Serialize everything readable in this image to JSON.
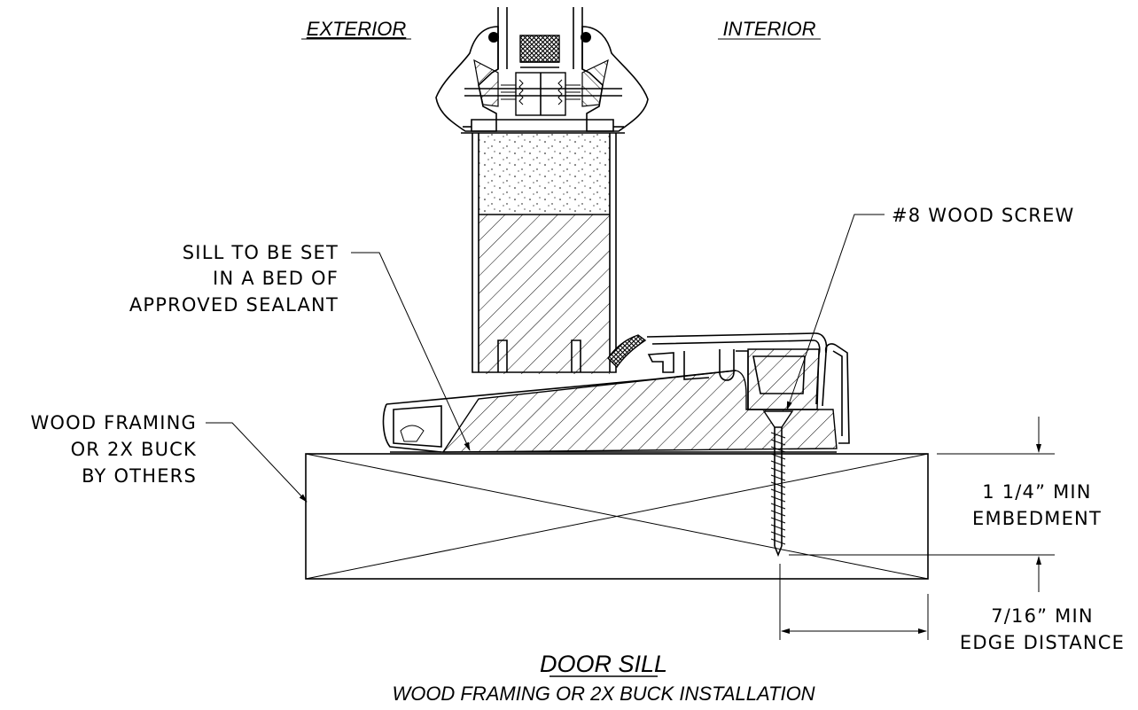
{
  "labels": {
    "exterior": "EXTERIOR",
    "interior": "INTERIOR",
    "screw": "#8 WOOD SCREW",
    "sill_line1": "SILL TO BE SET",
    "sill_line2": "IN A BED OF",
    "sill_line3": "APPROVED SEALANT",
    "wood_line1": "WOOD FRAMING",
    "wood_line2": "OR 2X BUCK",
    "wood_line3": "BY OTHERS",
    "embed_line1": "1  1/4”  MIN",
    "embed_line2": "EMBEDMENT",
    "edge_line1": "7/16”  MIN",
    "edge_line2": "EDGE  DISTANCE",
    "title": "DOOR SILL",
    "subtitle": "WOOD FRAMING OR 2X BUCK INSTALLATION"
  }
}
